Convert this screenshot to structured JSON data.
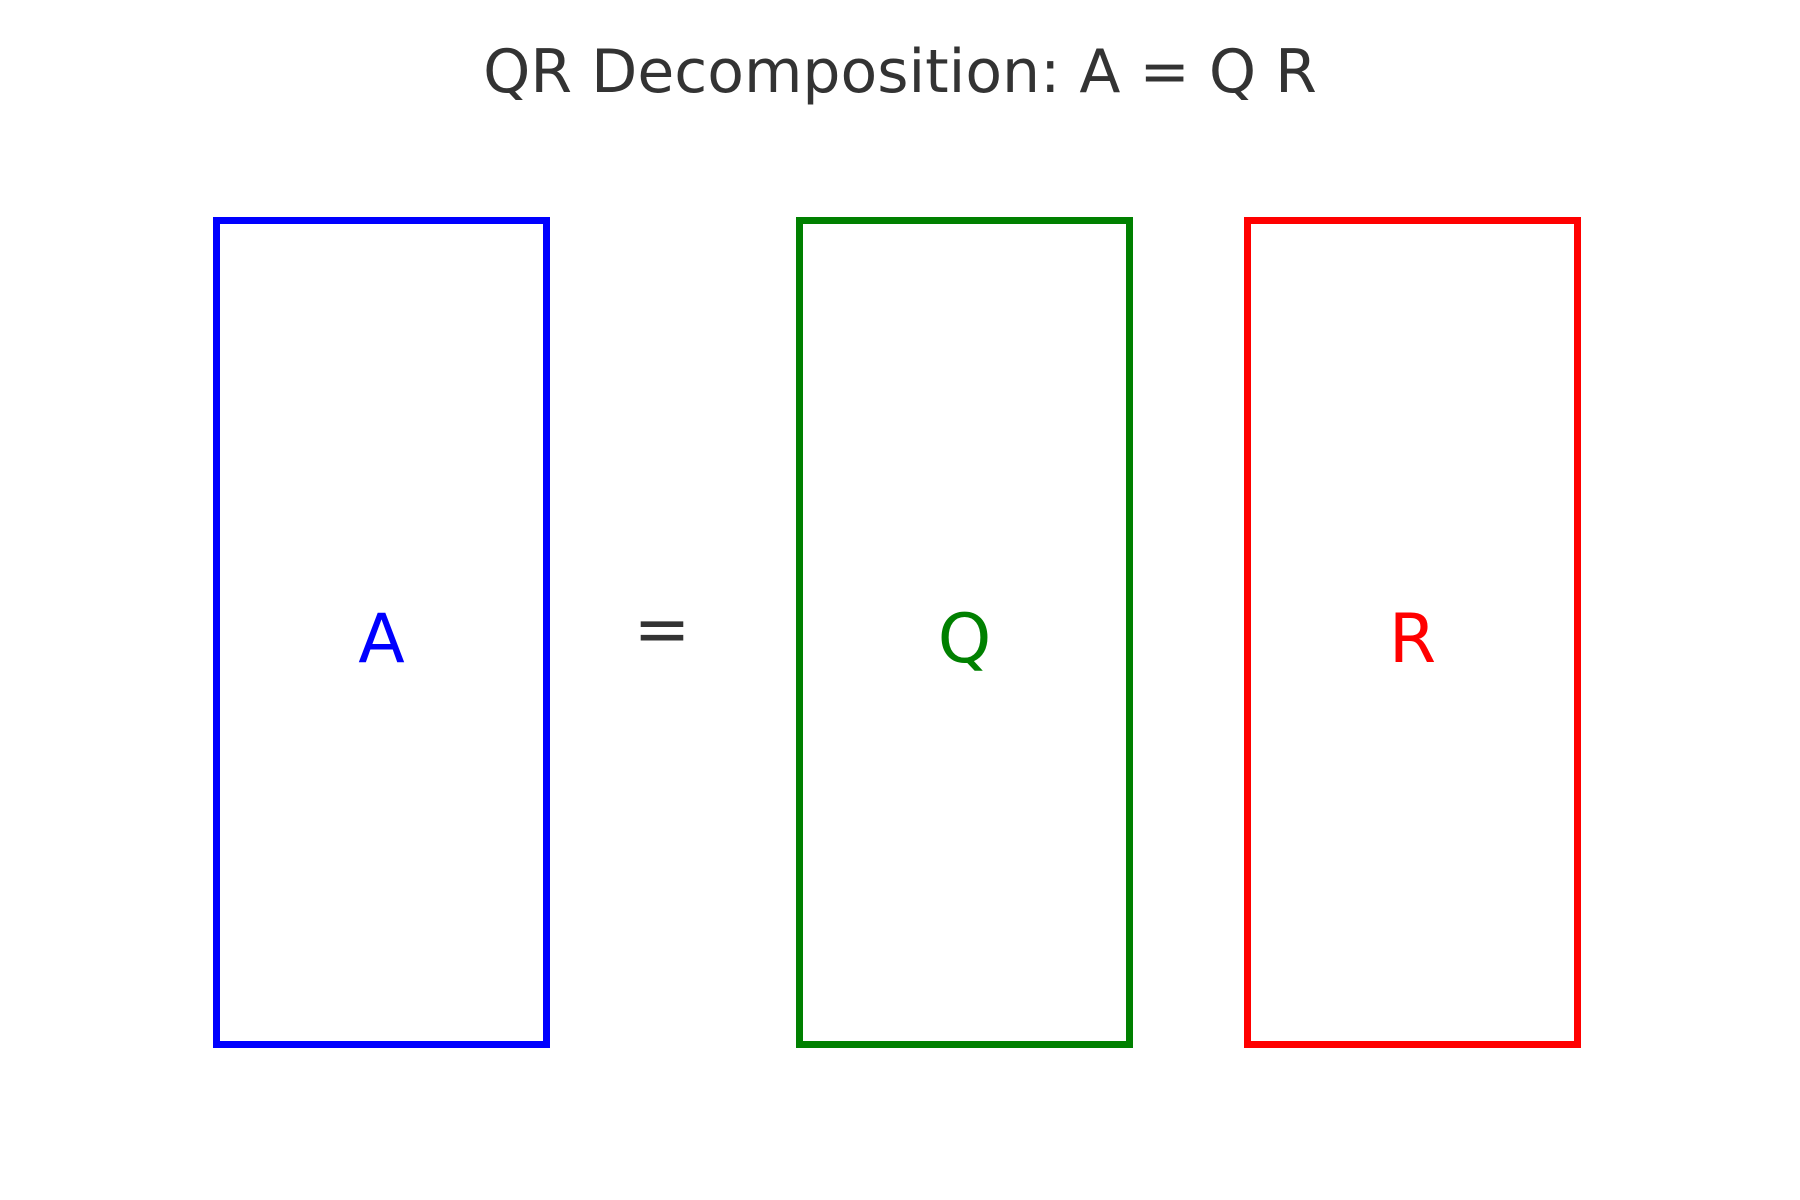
{
  "title": "QR Decomposition: A = Q R",
  "equation": {
    "equals_sign": "="
  },
  "matrices": [
    {
      "id": "a",
      "label": "A",
      "color": "#0000ff"
    },
    {
      "id": "q",
      "label": "Q",
      "color": "#008000"
    },
    {
      "id": "r",
      "label": "R",
      "color": "#ff0000"
    }
  ],
  "colors": {
    "text": "#333333",
    "background": "#ffffff"
  }
}
